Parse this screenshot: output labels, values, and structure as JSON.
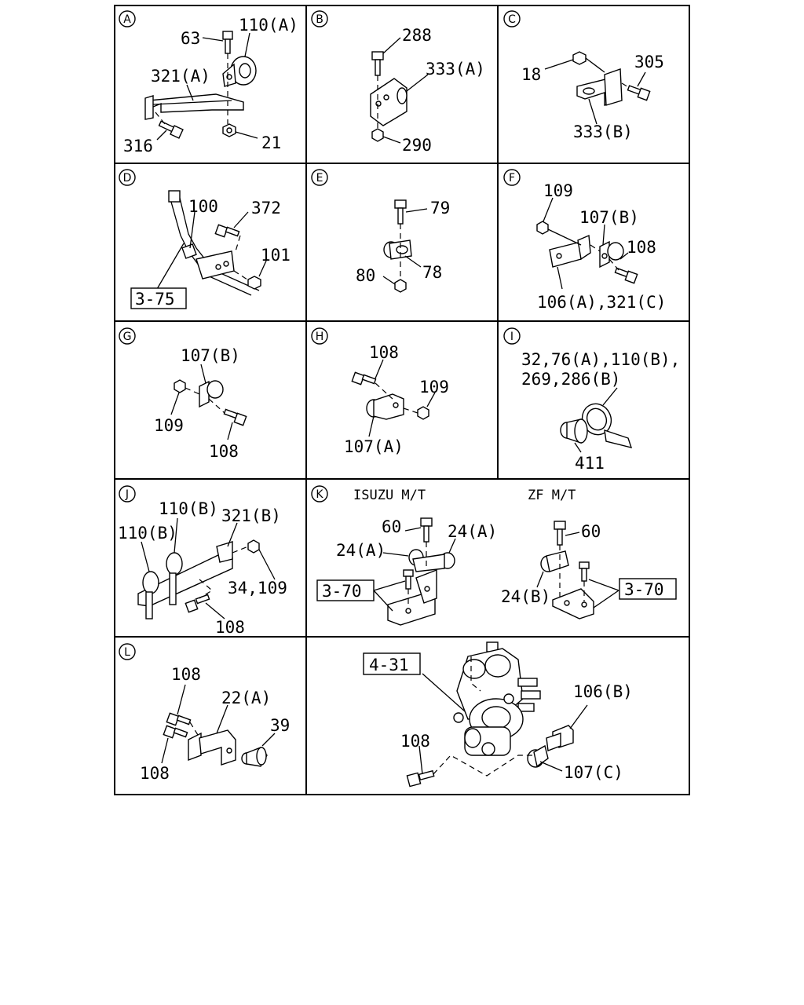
{
  "cells": {
    "A": {
      "id": "A",
      "labels": {
        "l63": "63",
        "l110a": "110(A)",
        "l321a": "321(A)",
        "l316": "316",
        "l21": "21"
      }
    },
    "B": {
      "id": "B",
      "labels": {
        "l288": "288",
        "l333a": "333(A)",
        "l290": "290"
      }
    },
    "C": {
      "id": "C",
      "labels": {
        "l18": "18",
        "l305": "305",
        "l333b": "333(B)"
      }
    },
    "D": {
      "id": "D",
      "labels": {
        "l100": "100",
        "l372": "372",
        "l101": "101"
      },
      "ref": "3-75"
    },
    "E": {
      "id": "E",
      "labels": {
        "l79": "79",
        "l78": "78",
        "l80": "80"
      }
    },
    "F": {
      "id": "F",
      "labels": {
        "l109": "109",
        "l107b": "107(B)",
        "l108": "108",
        "l106": "106(A),321(C)"
      }
    },
    "G": {
      "id": "G",
      "labels": {
        "l107b": "107(B)",
        "l109": "109",
        "l108": "108"
      }
    },
    "H": {
      "id": "H",
      "labels": {
        "l108": "108",
        "l109": "109",
        "l107a": "107(A)"
      }
    },
    "I": {
      "id": "I",
      "labels": {
        "line1": "32,76(A),110(B),",
        "line2": "269,286(B)",
        "l411": "411"
      }
    },
    "J": {
      "id": "J",
      "labels": {
        "l110b_1": "110(B)",
        "l110b_2": "110(B)",
        "l321b": "321(B)",
        "l34": "34,109",
        "l108": "108"
      }
    },
    "K": {
      "id": "K",
      "title_isuzu": "ISUZU M/T",
      "title_zf": "ZF M/T",
      "labels": {
        "l60_1": "60",
        "l24a_1": "24(A)",
        "l24a_2": "24(A)",
        "l60_2": "60",
        "l24b": "24(B)"
      },
      "ref1": "3-70",
      "ref2": "3-70"
    },
    "L": {
      "id": "L",
      "labels": {
        "l108_1": "108",
        "l22a": "22(A)",
        "l39": "39",
        "l108_2": "108"
      }
    },
    "M": {
      "labels": {
        "l106b": "106(B)",
        "l108": "108",
        "l107c": "107(C)"
      },
      "ref": "4-31"
    }
  }
}
